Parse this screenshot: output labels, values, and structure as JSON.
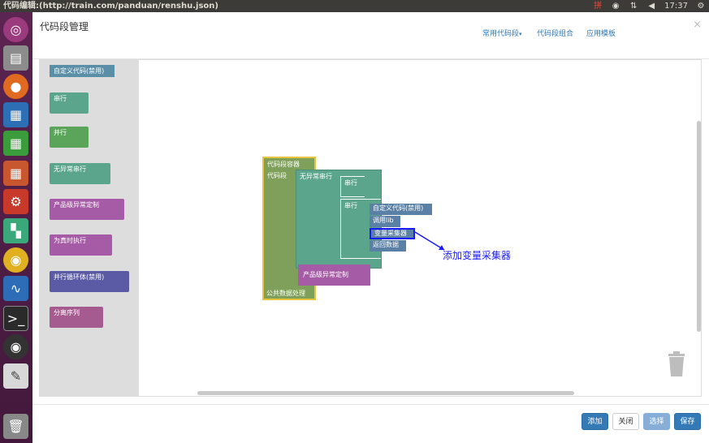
{
  "topbar": {
    "title": "代码编辑:(http://train.com/panduan/renshu.json)",
    "keyboard": "拼",
    "time": "17:37"
  },
  "dialog": {
    "title": "代码段管理",
    "menu": [
      "常用代码段",
      "代码段组合",
      "应用模板"
    ],
    "close": "×"
  },
  "toolbox": {
    "blocks": [
      {
        "label": "自定义代码(禁用)",
        "color": "#5b8fa8"
      },
      {
        "label": "串行",
        "color": "#5ba58c"
      },
      {
        "label": "并行",
        "color": "#5ba55b"
      },
      {
        "label": "无异常串行",
        "color": "#5ba58c"
      },
      {
        "label": "产品级异常定制",
        "color": "#a55ba5"
      },
      {
        "label": "为真时执行",
        "color": "#a55ba5"
      },
      {
        "label": "并行循环体(禁用)",
        "color": "#5b5ba5"
      },
      {
        "label": "分离序列",
        "color": "#a55b8f"
      }
    ]
  },
  "canvas": {
    "container_title": "代码段容器",
    "container_label": "代码段",
    "container_footer": "公共数据处理",
    "nosafe_serial": "无异常串行",
    "serial": "串行",
    "serial2": "串行",
    "custom_code": "自定义代码(禁用)",
    "call_lib": "调用lib",
    "var_collector": "变量采集器",
    "return_data": "返回数据",
    "product_exc": "产品级异常定制",
    "annotation": "添加变量采集器"
  },
  "footer": {
    "add": "添加",
    "close": "关闭",
    "select": "选择",
    "save": "保存"
  },
  "colors": {
    "primary": "#337ab7",
    "container": "#7fa05a",
    "container_border": "#e8c43c",
    "teal": "#5ba58c",
    "blue_block": "#5b80a5",
    "purple": "#a55ba5",
    "annotation": "#1a1aff"
  }
}
